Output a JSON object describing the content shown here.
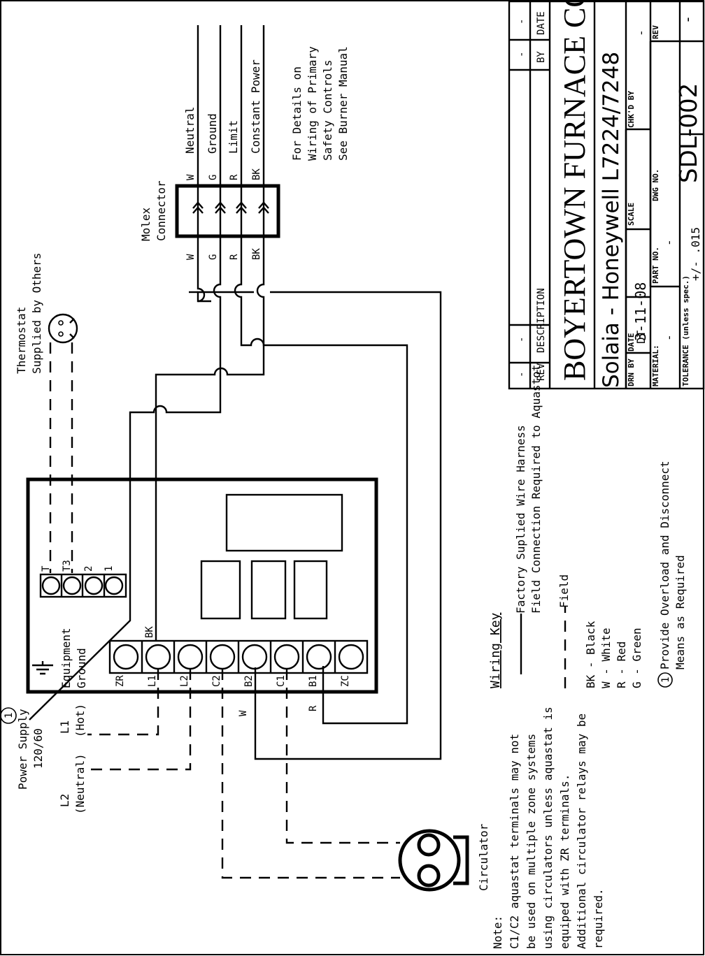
{
  "thermostat": {
    "line1": "Thermostat",
    "line2": "Supplied by Others"
  },
  "molex": {
    "line1": "Molex",
    "line2": "Connector"
  },
  "molex_left_labels": [
    "W",
    "G",
    "R",
    "BK"
  ],
  "molex_right_labels": [
    "W",
    "G",
    "R",
    "BK"
  ],
  "harness_labels": [
    "Neutral",
    "Ground",
    "Limit",
    "Constant Power"
  ],
  "details_note": [
    "For Details on",
    "Wiring of Primary",
    "Safety Controls",
    "See Burner Manual"
  ],
  "top_terminals": [
    "T",
    "T3",
    "2",
    "1"
  ],
  "terminal_labels": [
    "ZR",
    "L1",
    "L2",
    "C2",
    "B2",
    "C1",
    "B1",
    "ZC"
  ],
  "bk_label": "BK",
  "equipment_ground": {
    "line1": "Equipment",
    "line2": "Ground"
  },
  "wire_w": "W",
  "wire_r": "R",
  "power_supply": {
    "line1": "Power Supply",
    "line2": "120/60",
    "callout": "1"
  },
  "l1": {
    "line1": "L1",
    "line2": "(Hot)"
  },
  "l2": {
    "line1": "L2",
    "line2": "(Neutral)"
  },
  "circulator": "Circulator",
  "note": [
    "Note:",
    "C1/C2 aquastat terminals may not",
    "be used on multiple zone systems",
    "using circulators unless aquastat is",
    "equiped with ZR terminals.",
    "Additional circulator relays may be",
    "required."
  ],
  "wiring_key": {
    "title": "Wiring Key",
    "factory": "Factory Suplied Wire Harness",
    "field_conn": "Field Connection Required to Aquastot",
    "field": "Field",
    "colors": [
      "BK - Black",
      "W - White",
      "R - Red",
      "G - Green"
    ],
    "provide_1": "Provide Overload and Disconnect",
    "provide_2": "Means as Required",
    "callout": "1"
  },
  "title_block": {
    "rev_rows": [
      {
        "rev": "-",
        "description": "-",
        "by": "-",
        "date": "-"
      },
      {
        "rev": "-",
        "description": "-",
        "by": "-",
        "date": "-"
      }
    ],
    "header_rev": "REV",
    "header_description": "DESCRIPTION",
    "header_by": "BY",
    "header_date": "DATE",
    "company": "BOYERTOWN FURNACE CO.",
    "drawing_title": "Solaia - Honeywell L7224/7248",
    "drn_by_label": "DRN BY",
    "drn_by": "DT",
    "date_label": "DATE",
    "date": "3-11-08",
    "scale_label": "SCALE",
    "chkd_by_label": "CHK'D BY",
    "chkd_by": "-",
    "material_label": "MATERIAL:",
    "material": "-",
    "part_no_label": "PART NO.",
    "part_no": "-",
    "dwg_no_label": "DWG NO.",
    "dwg_no": "SDL-002",
    "rev_label": "REV",
    "rev": "-",
    "tolerance_label": "TOLERANCE (unless spec.)",
    "tolerance": "+/- .015"
  }
}
